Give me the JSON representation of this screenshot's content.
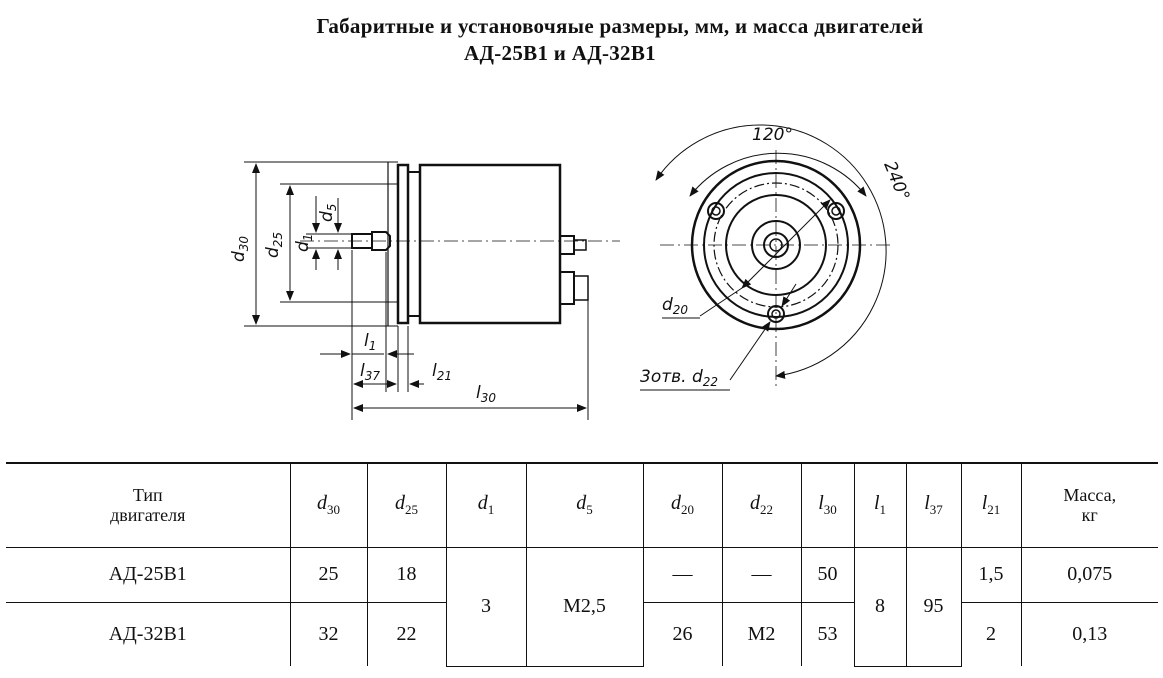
{
  "title_line1": "Габаритные и установочяые размеры, мм, и масса двигателей",
  "title_line2": "АД-25В1 и АД-32В1",
  "drawing_labels": {
    "d30": "d",
    "d30_sub": "30",
    "d25": "d",
    "d25_sub": "25",
    "d1": "d",
    "d1_sub": "1",
    "d5": "d",
    "d5_sub": "5",
    "l1": "l",
    "l1_sub": "1",
    "l37": "l",
    "l37_sub": "37",
    "l21": "l",
    "l21_sub": "21",
    "l30": "l",
    "l30_sub": "30",
    "angle120": "120°",
    "angle240": "240°",
    "d20": "d",
    "d20_sub": "20",
    "holes": "3отв. d",
    "holes_sub": "22"
  },
  "table": {
    "header": {
      "type_line1": "Тип",
      "type_line2": "двигателя",
      "cols": [
        {
          "s": "d",
          "sub": "30"
        },
        {
          "s": "d",
          "sub": "25"
        },
        {
          "s": "d",
          "sub": "1"
        },
        {
          "s": "d",
          "sub": "5"
        },
        {
          "s": "d",
          "sub": "20"
        },
        {
          "s": "d",
          "sub": "22"
        },
        {
          "s": "l",
          "sub": "30"
        },
        {
          "s": "l",
          "sub": "1"
        },
        {
          "s": "l",
          "sub": "37"
        },
        {
          "s": "l",
          "sub": "21"
        }
      ],
      "mass_line1": "Масса,",
      "mass_line2": "кг"
    },
    "rows": [
      {
        "type": "АД-25В1",
        "d30": "25",
        "d25": "18",
        "d20": "—",
        "d22": "—",
        "l30": "50",
        "l21": "1,5",
        "mass": "0,075"
      },
      {
        "type": "АД-32В1",
        "d30": "32",
        "d25": "22",
        "d20": "26",
        "d22": "М2",
        "l30": "53",
        "l21": "2",
        "mass": "0,13"
      }
    ],
    "shared": {
      "d1": "3",
      "d5": "М2,5",
      "l1": "8",
      "l37": "95"
    }
  }
}
